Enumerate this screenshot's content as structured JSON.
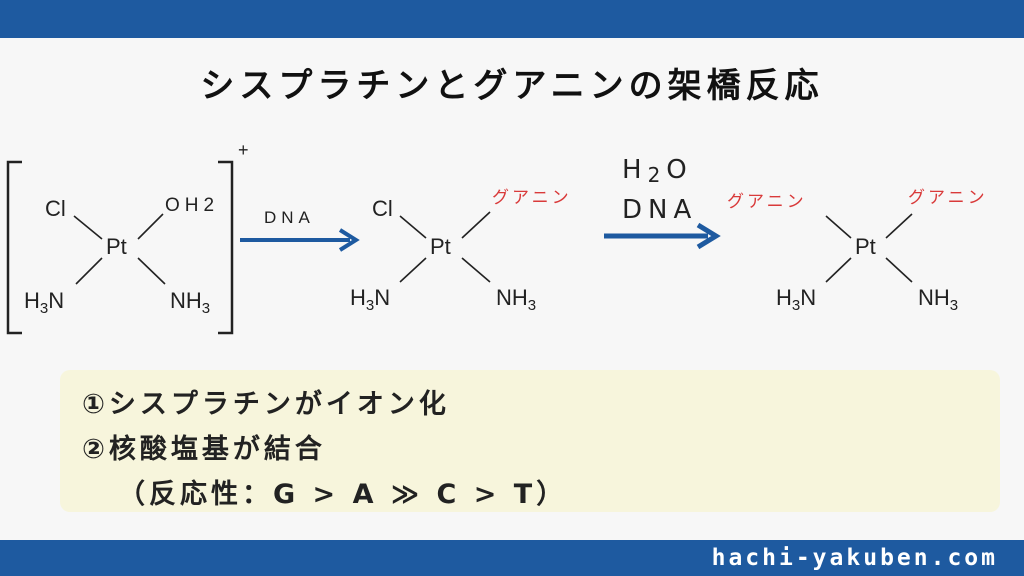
{
  "title": "シスプラチンとグアニンの架橋反応",
  "site": "hachi-yakuben.com",
  "molecule1": {
    "charge": "+",
    "cl": "Cl",
    "pt": "Pt",
    "oh2_main": "OH",
    "oh2_sub": "2",
    "h3n_h": "H",
    "h3n_sub": "3",
    "h3n_n": "N",
    "nh3_nh": "NH",
    "nh3_sub": "3"
  },
  "arrow1": {
    "label": "DNA"
  },
  "molecule2": {
    "cl": "Cl",
    "pt": "Pt",
    "guanine": "グアニン",
    "h3n_h": "H",
    "h3n_sub": "3",
    "h3n_n": "N",
    "nh3_nh": "NH",
    "nh3_sub": "3"
  },
  "arrow2": {
    "h": "H",
    "h_sub": "2",
    "o": "O",
    "label2": "DNA"
  },
  "molecule3": {
    "guanine_left": "グアニン",
    "guanine_right": "グアニン",
    "pt": "Pt",
    "h3n_h": "H",
    "h3n_sub": "3",
    "h3n_n": "N",
    "nh3_nh": "NH",
    "nh3_sub": "3"
  },
  "summary": {
    "line1": "①シスプラチンがイオン化",
    "line2": "②核酸塩基が結合",
    "line3": "（反応性：G > A ≫ C > T）"
  },
  "colors": {
    "banner": "#1e5aa0",
    "arrow": "#1e5aa0",
    "guanine_text": "#d93a3a",
    "summary_bg": "#f7f5dc"
  }
}
